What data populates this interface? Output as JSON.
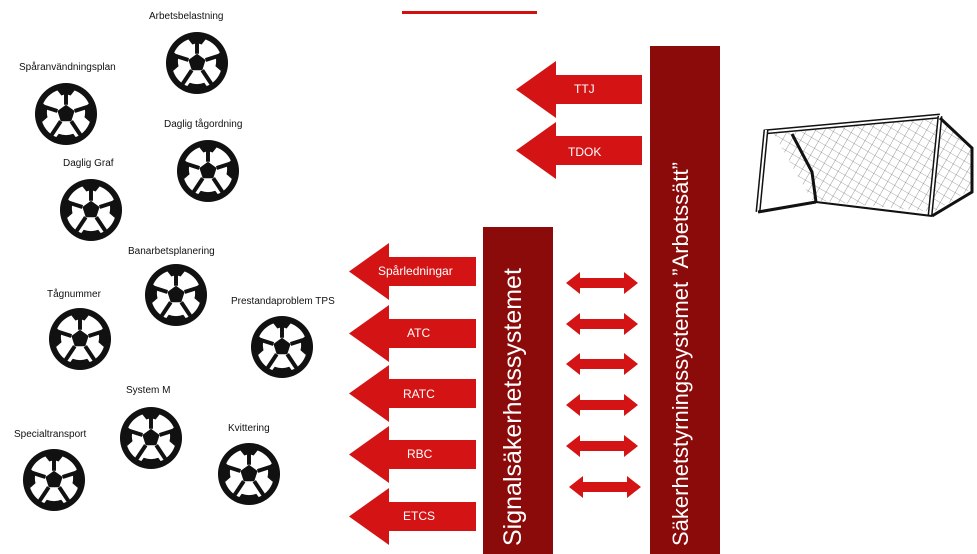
{
  "colors": {
    "arrow_red": "#d41414",
    "bar_dark_red": "#8b0a0a",
    "ball_black": "#111111",
    "ball_white": "#ffffff"
  },
  "balls": [
    {
      "label": "Arbetsbelastning",
      "icon": "soccer-ball-icon"
    },
    {
      "label": "Spåranvändningsplan",
      "icon": "soccer-ball-icon"
    },
    {
      "label": "Daglig tågordning",
      "icon": "soccer-ball-icon"
    },
    {
      "label": "Daglig Graf",
      "icon": "soccer-ball-icon"
    },
    {
      "label": "Banarbetsplanering",
      "icon": "soccer-ball-icon"
    },
    {
      "label": "Tågnummer",
      "icon": "soccer-ball-icon"
    },
    {
      "label": "Prestandaproblem TPS",
      "icon": "soccer-ball-icon"
    },
    {
      "label": "System M",
      "icon": "soccer-ball-icon"
    },
    {
      "label": "Specialtransport",
      "icon": "soccer-ball-icon"
    },
    {
      "label": "Kvittering",
      "icon": "soccer-ball-icon"
    }
  ],
  "upper_arrows": [
    "TTJ",
    "TDOK"
  ],
  "lower_arrows": [
    "Spårledningar",
    "ATC",
    "RATC",
    "RBC",
    "ETCS"
  ],
  "bars": {
    "signal": "Signalsäkerhetssystemet",
    "safety": "Säkerhetstyrningssystemet ”Arbetssätt”"
  },
  "double_arrow_count": 6,
  "goal": {
    "icon": "soccer-goal-icon"
  }
}
